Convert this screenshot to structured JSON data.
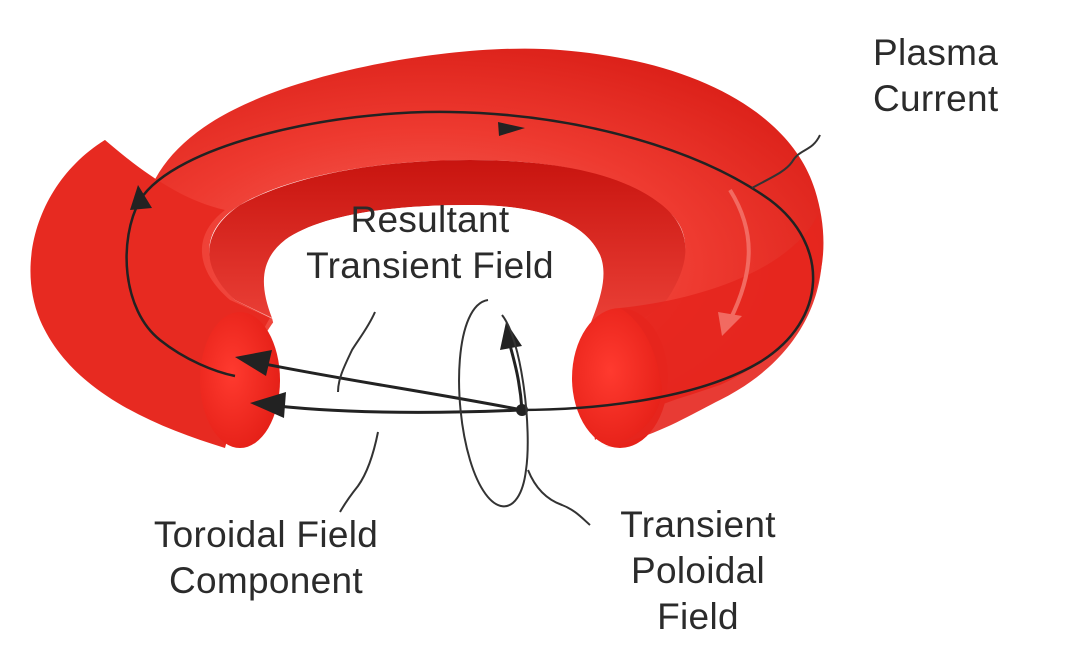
{
  "labels": {
    "plasma_current": [
      "Plasma",
      "Current"
    ],
    "resultant_transient_field": [
      "Resultant",
      "Transient Field"
    ],
    "toroidal_field_component": [
      "Toroidal Field",
      "Component"
    ],
    "transient_poloidal_field": [
      "Transient",
      "Poloidal",
      "Field"
    ]
  },
  "colors": {
    "torus_outer": "#e8231c",
    "torus_inner_shadow": "#c51812",
    "torus_highlight": "#f3655c",
    "cut_face": "#ee2a22",
    "lines": "#222222",
    "text": "#2b2b2b"
  }
}
